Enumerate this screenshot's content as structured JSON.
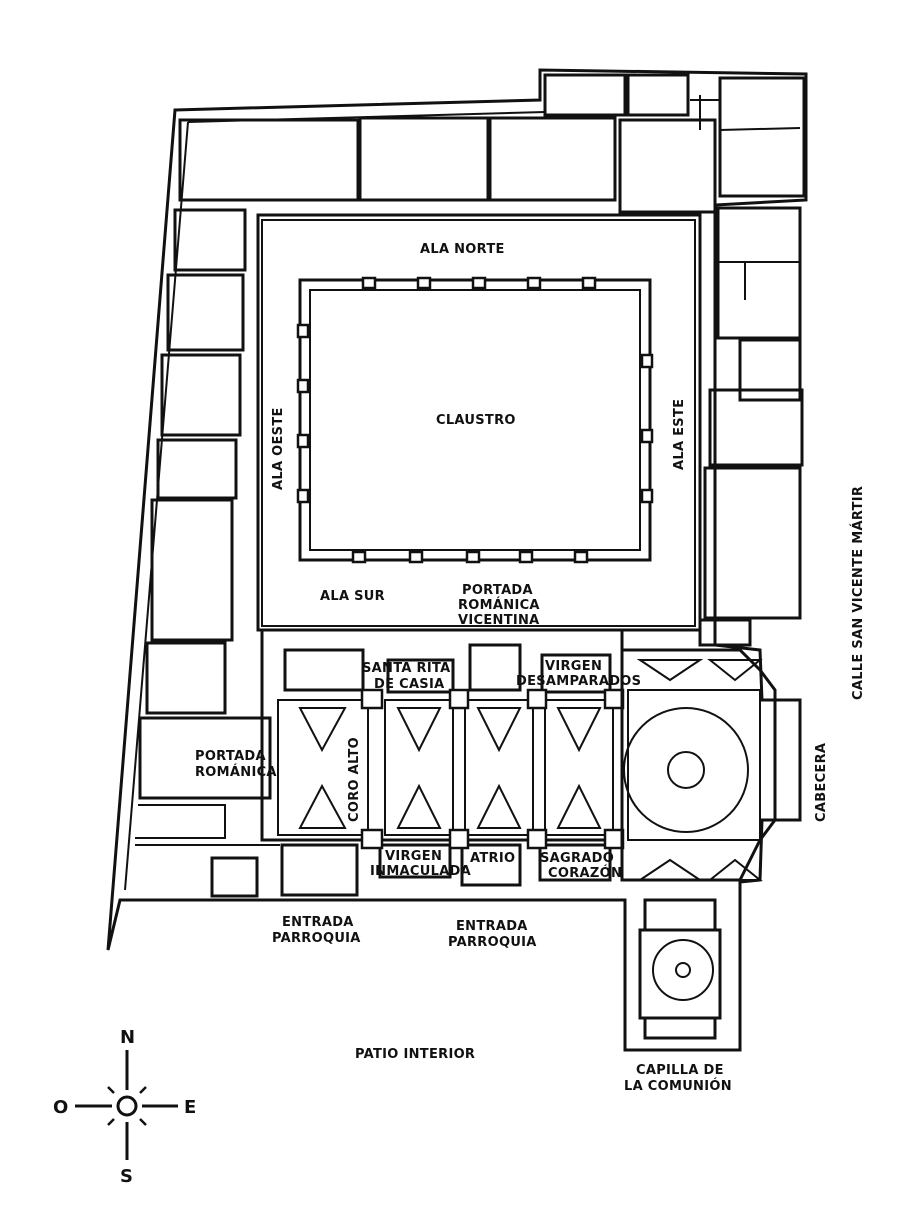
{
  "labels": {
    "ala_norte": "ALA NORTE",
    "ala_oeste": "ALA OESTE",
    "ala_este": "ALA ESTE",
    "ala_sur": "ALA SUR",
    "claustro": "CLAUSTRO",
    "portada_vicentina_1": "PORTADA",
    "portada_vicentina_2": "ROMÁNICA",
    "portada_vicentina_3": "VICENTINA",
    "santa_rita_1": "SANTA RITA",
    "santa_rita_2": "DE CASIA",
    "virgen_desamparados_1": "VIRGEN",
    "virgen_desamparados_2": "DESAMPARADOS",
    "portada_romanica_1": "PORTADA",
    "portada_romanica_2": "ROMÁNICA",
    "coro_alto": "CORO ALTO",
    "virgen_inmaculada_1": "VIRGEN",
    "virgen_inmaculada_2": "INMACULADA",
    "atrio": "ATRIO",
    "sagrado_corazon_1": "SAGRADO",
    "sagrado_corazon_2": "CORAZÓN",
    "cabecera": "CABECERA",
    "calle": "CALLE SAN VICENTE MÁRTIR",
    "entrada_parroquia_a_1": "ENTRADA",
    "entrada_parroquia_a_2": "PARROQUIA",
    "entrada_parroquia_b_1": "ENTRADA",
    "entrada_parroquia_b_2": "PARROQUIA",
    "patio_interior": "PATIO INTERIOR",
    "capilla_1": "CAPILLA DE",
    "capilla_2": "LA COMUNIÓN"
  },
  "compass": {
    "north": "N",
    "south": "S",
    "east": "E",
    "west": "O"
  }
}
